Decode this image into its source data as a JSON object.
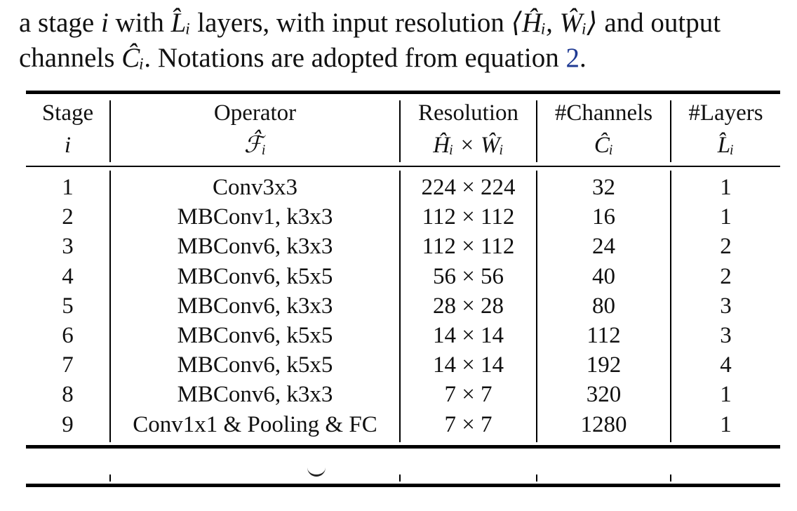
{
  "caption": {
    "line1_a": "a stage ",
    "line1_i": "i",
    "line1_b": " with ",
    "line1_L": "L̂ᵢ",
    "line1_c": " layers, with input resolution ",
    "line1_res": "⟨Ĥᵢ, Ŵᵢ⟩",
    "line1_d": " and output",
    "line2_a": "channels ",
    "line2_C": "Ĉᵢ",
    "line2_b": ". Notations are adopted from equation ",
    "line2_ref": "2",
    "line2_c": "."
  },
  "table": {
    "headers": [
      {
        "top": "Stage",
        "bottom": "i"
      },
      {
        "top": "Operator",
        "bottom": "ℱ̂ᵢ"
      },
      {
        "top": "Resolution",
        "bottom": "Ĥᵢ × Ŵᵢ"
      },
      {
        "top": "#Channels",
        "bottom": "Ĉᵢ"
      },
      {
        "top": "#Layers",
        "bottom": "L̂ᵢ"
      }
    ],
    "rows": [
      [
        "1",
        "Conv3x3",
        "224 × 224",
        "32",
        "1"
      ],
      [
        "2",
        "MBConv1, k3x3",
        "112 × 112",
        "16",
        "1"
      ],
      [
        "3",
        "MBConv6, k3x3",
        "112 × 112",
        "24",
        "2"
      ],
      [
        "4",
        "MBConv6, k5x5",
        "56 × 56",
        "40",
        "2"
      ],
      [
        "5",
        "MBConv6, k3x3",
        "28 × 28",
        "80",
        "3"
      ],
      [
        "6",
        "MBConv6, k5x5",
        "14 × 14",
        "112",
        "3"
      ],
      [
        "7",
        "MBConv6, k5x5",
        "14 × 14",
        "192",
        "4"
      ],
      [
        "8",
        "MBConv6, k3x3",
        "7 × 7",
        "320",
        "1"
      ],
      [
        "9",
        "Conv1x1 & Pooling & FC",
        "7 × 7",
        "1280",
        "1"
      ]
    ]
  }
}
